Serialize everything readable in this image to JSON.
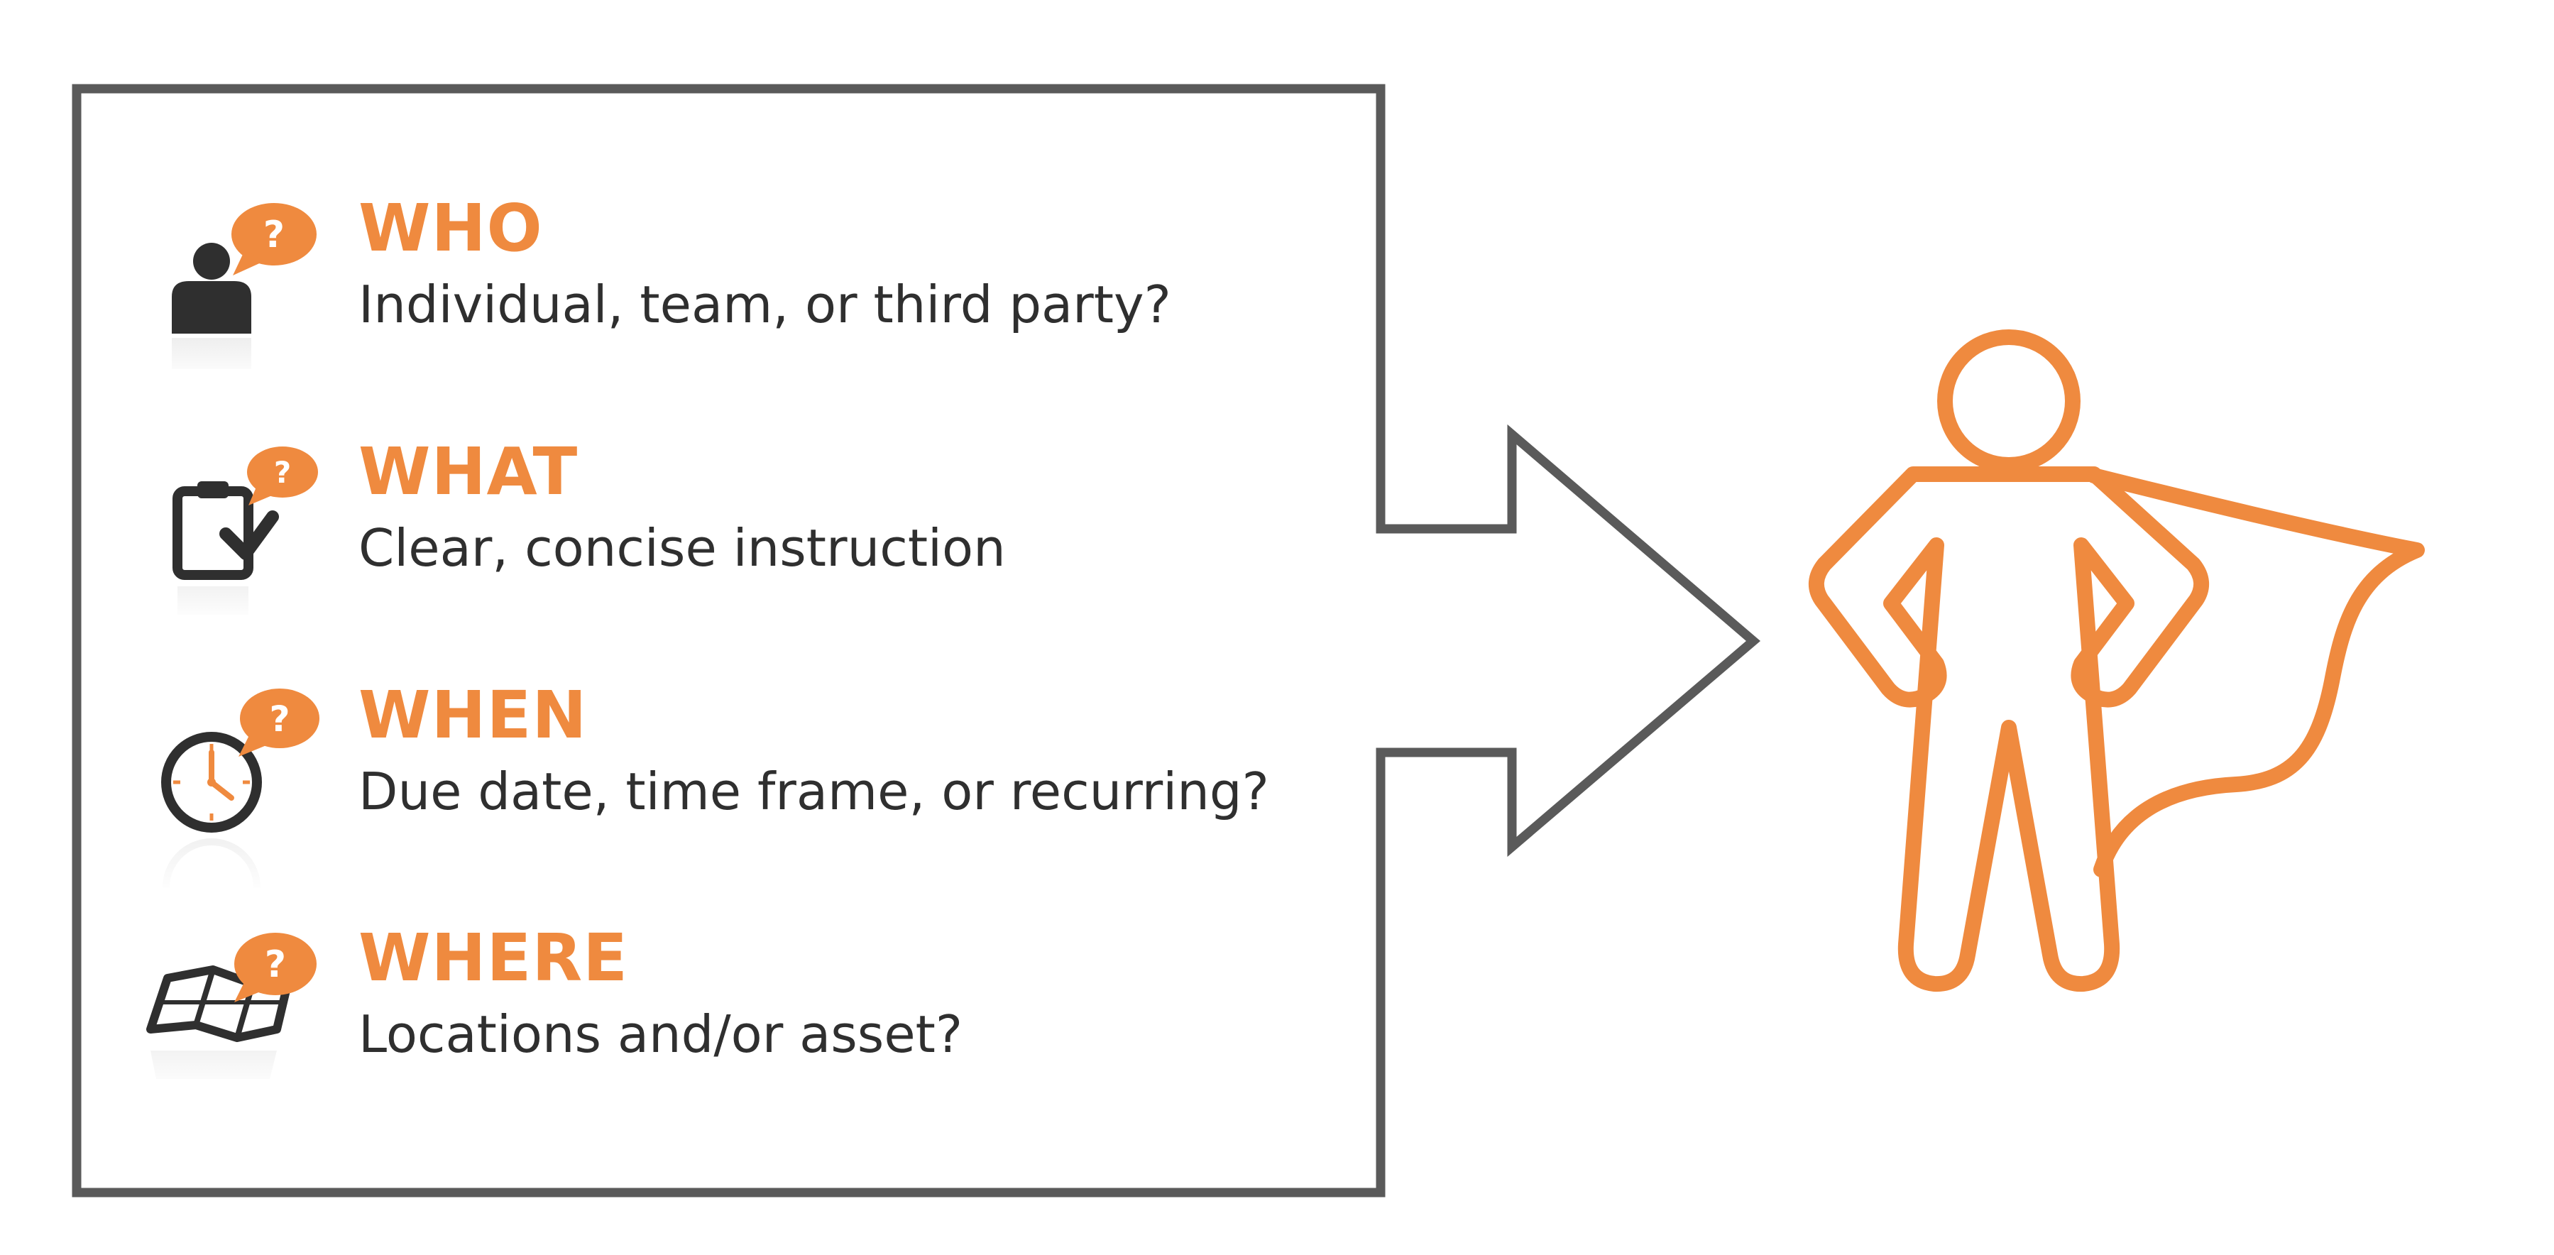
{
  "colors": {
    "accent": "#ef8a3f",
    "outline": "#5a5a5a",
    "icon_dark": "#2f2f2f",
    "text": "#2f2f2f"
  },
  "items": [
    {
      "title": "WHO",
      "description": "Individual, team, or third party?",
      "icon": "person-icon"
    },
    {
      "title": "WHAT",
      "description": "Clear, concise instruction",
      "icon": "clipboard-check-icon"
    },
    {
      "title": "WHEN",
      "description": "Due date,  time frame, or recurring?",
      "icon": "clock-icon"
    },
    {
      "title": "WHERE",
      "description": "Locations and/or asset?",
      "icon": "map-icon"
    }
  ],
  "bubble_glyph": "?",
  "figure_icon": "superhero-icon"
}
